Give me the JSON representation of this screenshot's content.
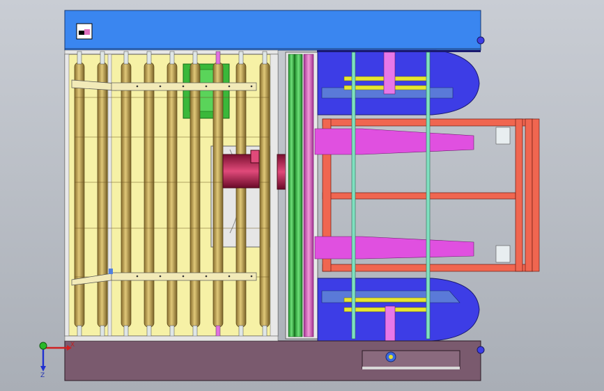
{
  "view": {
    "background_top": "#c9cdd4",
    "background_bottom": "#a9aeb6"
  },
  "colors": {
    "blue_plate": "#3a86f0",
    "deep_blue": "#3d3de6",
    "yellow_plate": "#f6f1a6",
    "roller_gold": "#c0a45a",
    "red_frame": "#f06650",
    "magenta": "#e050e0",
    "dark_magenta": "#c02060",
    "green": "#3ab83a",
    "base_plate": "#7a5a6e",
    "cyan_rod": "#7fe0c0"
  },
  "rollers": {
    "count": 9
  },
  "triad": {
    "x_label": "X",
    "z_label": "Z",
    "icons": [
      "triad-icon"
    ]
  }
}
